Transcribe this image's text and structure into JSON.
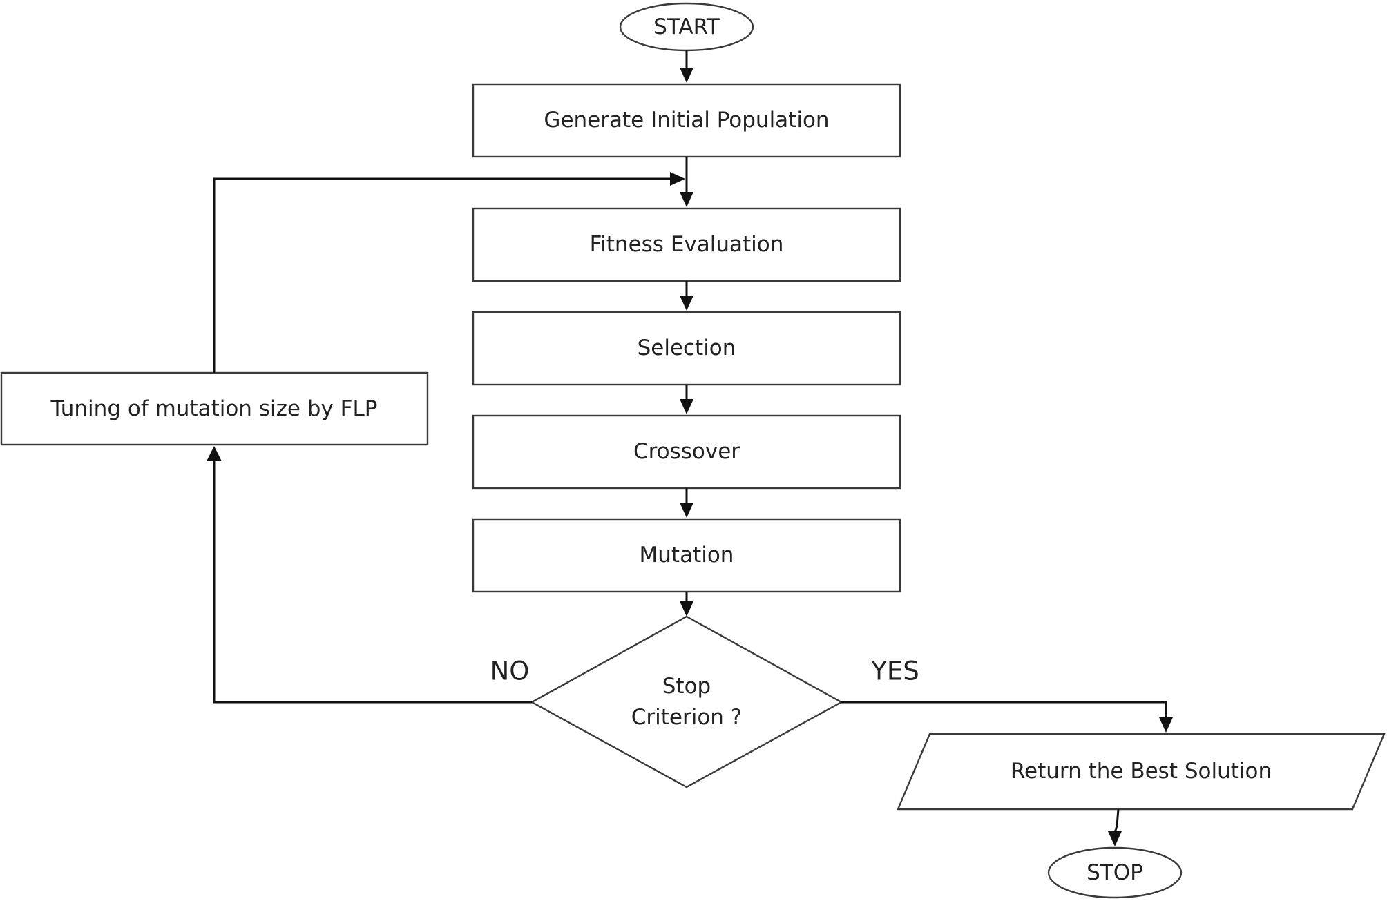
{
  "flowchart": {
    "start": "START",
    "generate": "Generate Initial Population",
    "fitness": "Fitness Evaluation",
    "selection": "Selection",
    "crossover": "Crossover",
    "mutation": "Mutation",
    "decision_line1": "Stop",
    "decision_line2": "Criterion ?",
    "tuning": "Tuning of mutation size by FLP",
    "return_best": "Return the Best Solution",
    "stop": "STOP",
    "no_label": "NO",
    "yes_label": "YES"
  },
  "colors": {
    "stroke": "#3a3a3a",
    "text": "#222222",
    "background": "#ffffff"
  }
}
